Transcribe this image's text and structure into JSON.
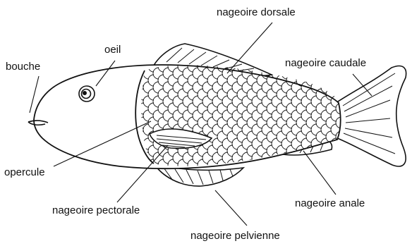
{
  "labels": {
    "dorsale": "nageoire dorsale",
    "caudale": "nageoire caudale",
    "bouche": "bouche",
    "oeil": "oeil",
    "opercule": "opercule",
    "pectorale": "nageoire pectorale",
    "anale": "nageoire anale",
    "pelvienne": "nageoire pelvienne"
  },
  "colors": {
    "ink": "#111111",
    "background": "#ffffff"
  }
}
